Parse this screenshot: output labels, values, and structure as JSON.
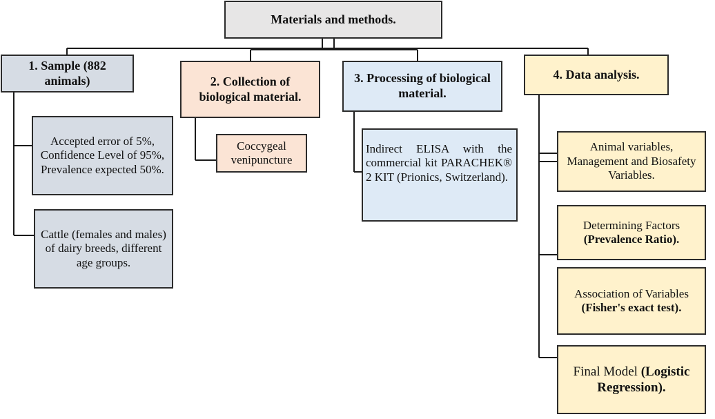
{
  "root": {
    "label": "Materials and methods."
  },
  "branches": [
    {
      "title": "1. Sample (882 animals)",
      "children": [
        {
          "text": "Accepted error of 5%, Confidence Level of 95%, Prevalence expected 50%."
        },
        {
          "text": "Cattle (females and males) of dairy breeds, different age groups."
        }
      ]
    },
    {
      "title": "2. Collection of biological material.",
      "children": [
        {
          "text": "Coccygeal venipuncture"
        }
      ]
    },
    {
      "title": "3. Processing of biological material.",
      "children": [
        {
          "text": "Indirect ELISA with the commercial kit PARACHEK® 2 KIT (Prionics, Switzerland)."
        }
      ]
    },
    {
      "title": "4. Data analysis.",
      "children": [
        {
          "text": "Animal variables, Management and Biosafety Variables."
        },
        {
          "text": "Determining Factors",
          "emphasis": "(Prevalence Ratio)."
        },
        {
          "text": "Association of Variables",
          "emphasis": "(Fisher's exact test)."
        },
        {
          "text": "Final Model",
          "emphasis": "(Logistic Regression)."
        }
      ]
    }
  ],
  "colors": {
    "root_fill": "#e7e6e6",
    "sample_fill": "#d6dce4",
    "collection_fill": "#fbe4d5",
    "processing_fill": "#deeaf6",
    "analysis_fill": "#fff2cc",
    "border": "#2b2b2b"
  }
}
